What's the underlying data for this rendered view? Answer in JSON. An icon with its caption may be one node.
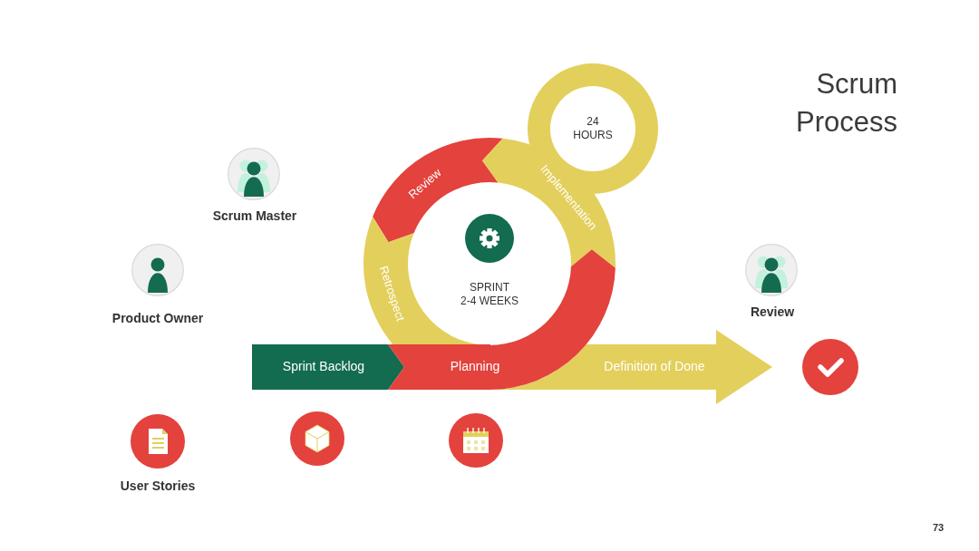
{
  "diagram": {
    "title": "Scrum Process",
    "nodes": [
      {
        "text": [
          "24 HOURS"
        ]
      },
      {
        "text": [
          "Scrum Master"
        ]
      },
      {
        "text": [
          "Review"
        ]
      },
      {
        "text": [
          "Implementation"
        ]
      },
      {
        "text": [
          "SPRINT 2-4 WEEKS"
        ]
      },
      {
        "text": [
          "Product Owner"
        ]
      },
      {
        "text": [
          "Review"
        ]
      },
      {
        "text": [
          "Retrospect"
        ]
      },
      {
        "text": [
          "Sprint Backlog"
        ]
      },
      {
        "text": [
          "Planning"
        ]
      },
      {
        "text": [
          "Definition of Done"
        ]
      },
      {
        "text": [],
        "shape": "circle"
      },
      {
        "text": [
          "User Stories"
        ]
      },
      {
        "text": [],
        "shape": "circle"
      },
      {
        "text": [],
        "shape": "circle"
      }
    ],
    "labels": [
      "73"
    ]
  }
}
